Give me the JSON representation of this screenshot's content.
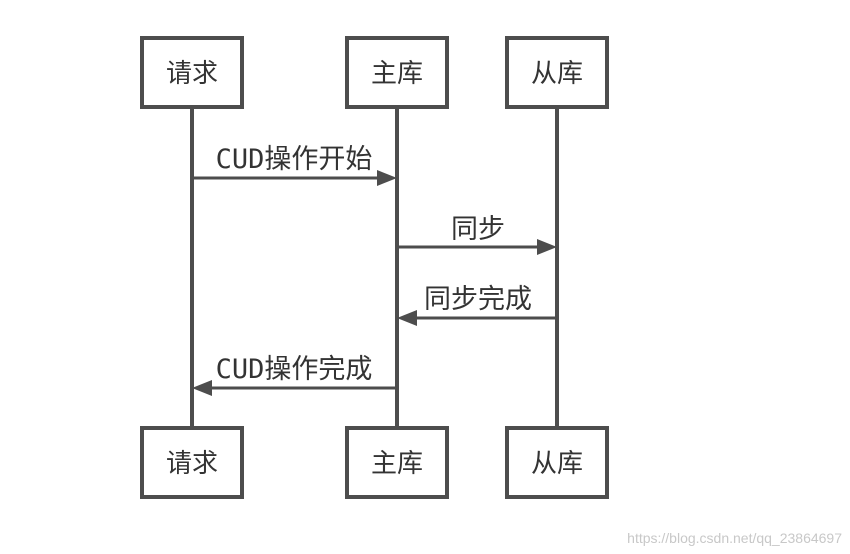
{
  "participants": [
    {
      "id": "request",
      "label": "请求"
    },
    {
      "id": "master",
      "label": "主库"
    },
    {
      "id": "slave",
      "label": "从库"
    }
  ],
  "messages": [
    {
      "from": "request",
      "to": "master",
      "label": "CUD操作开始"
    },
    {
      "from": "master",
      "to": "slave",
      "label": "同步"
    },
    {
      "from": "slave",
      "to": "master",
      "label": "同步完成"
    },
    {
      "from": "master",
      "to": "request",
      "label": "CUD操作完成"
    }
  ],
  "watermark": "https://blog.csdn.net/qq_23864697",
  "colors": {
    "line": "#4d4d4d",
    "text": "#333333",
    "background": "#ffffff"
  }
}
